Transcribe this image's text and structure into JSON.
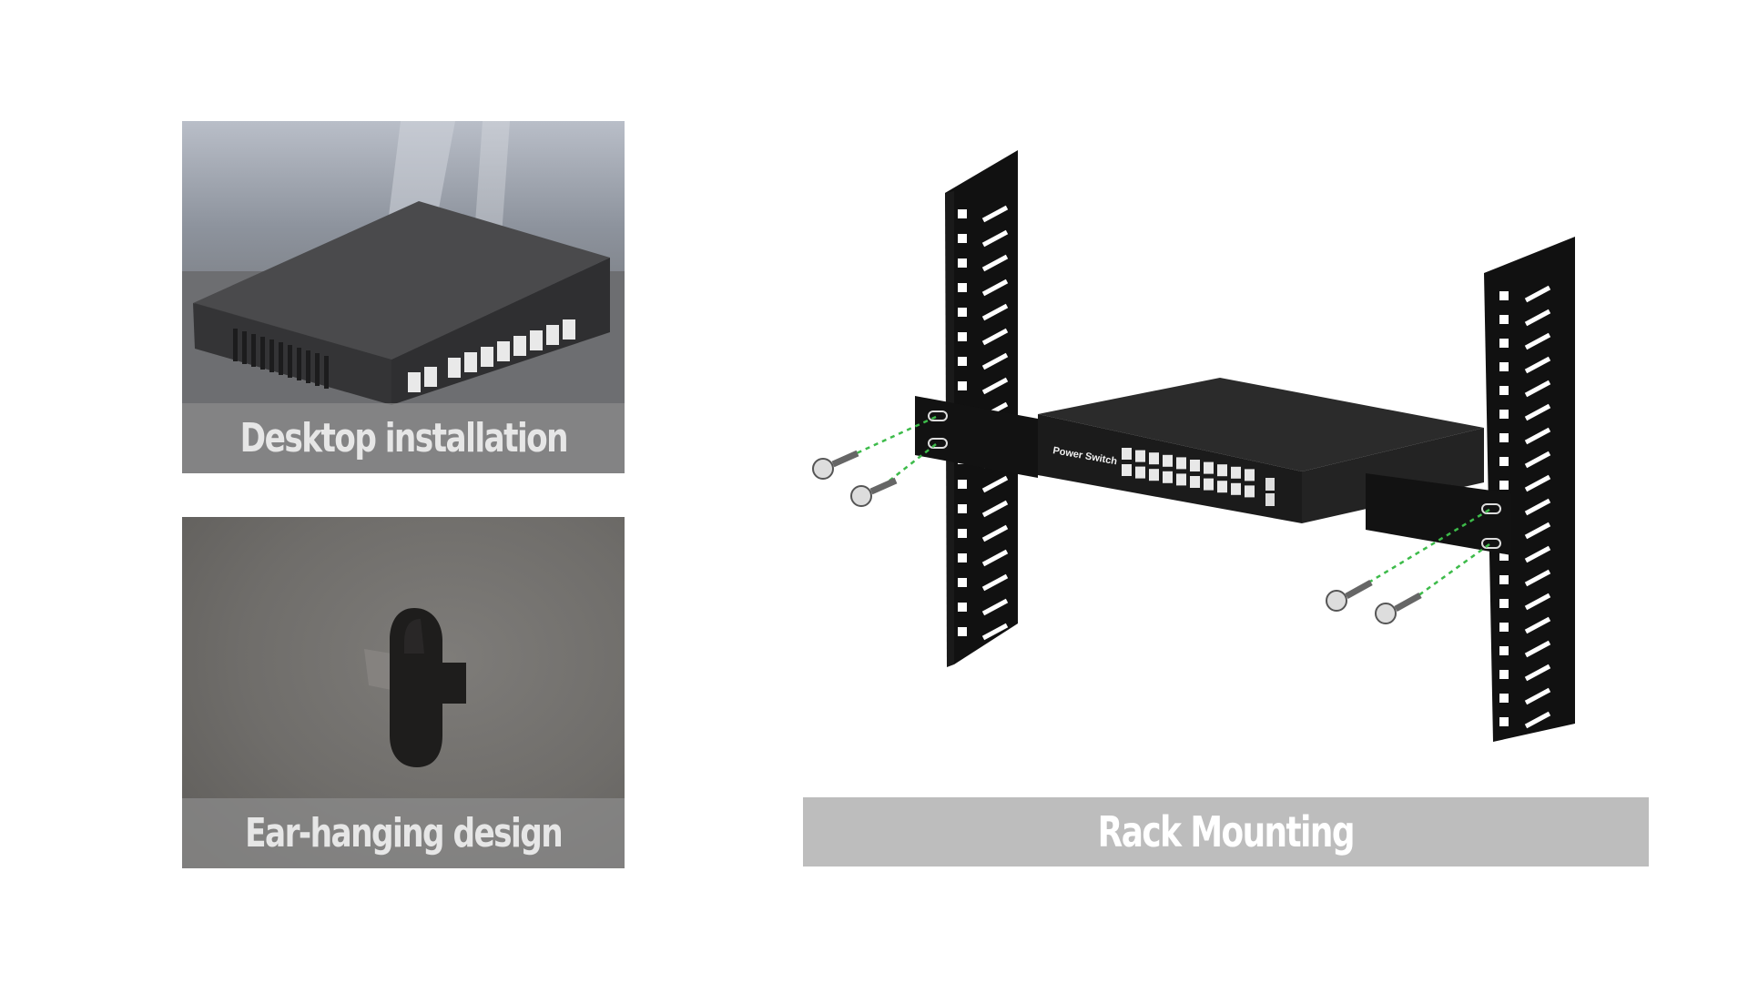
{
  "desktop": {
    "caption": "Desktop installation"
  },
  "ear": {
    "caption": "Ear-hanging design"
  },
  "rack": {
    "caption": "Rack Mounting",
    "switch_label": "Power Switch"
  }
}
